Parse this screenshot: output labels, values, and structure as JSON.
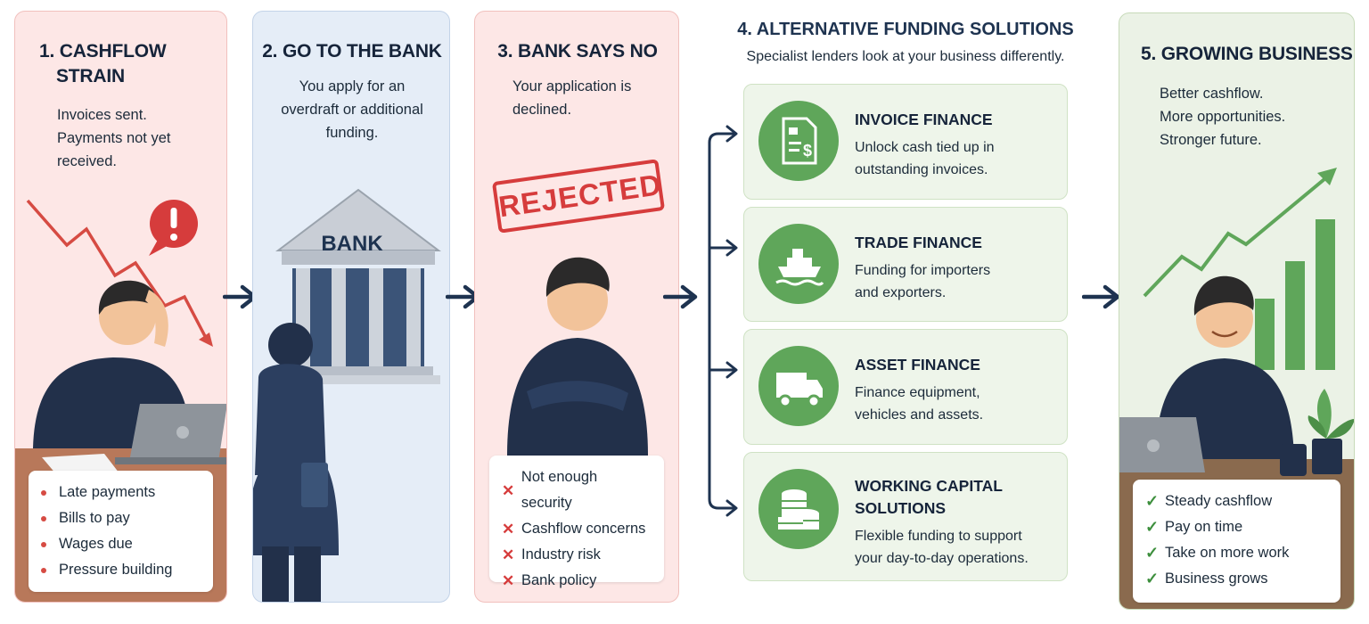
{
  "steps": [
    {
      "title_line1": "1. CASHFLOW",
      "title_line2": "STRAIN",
      "body": [
        "Invoices sent.",
        "Payments not yet",
        "received."
      ],
      "list": [
        "Late payments",
        "Bills to pay",
        "Wages due",
        "Pressure building"
      ]
    },
    {
      "title": "2. GO TO THE BANK",
      "body": [
        "You apply for an",
        "overdraft or additional",
        "funding."
      ],
      "bank_sign": "BANK"
    },
    {
      "title": "3. BANK SAYS NO",
      "body": [
        "Your application is",
        "declined."
      ],
      "stamp": "REJECTED",
      "list": [
        "Not enough security",
        "Cashflow concerns",
        "Industry risk",
        "Bank policy"
      ]
    },
    {
      "title": "4. ALTERNATIVE FUNDING SOLUTIONS",
      "subtitle": "Specialist lenders look at your business differently.",
      "options": [
        {
          "icon": "invoice-icon",
          "title": [
            "INVOICE FINANCE"
          ],
          "body": [
            "Unlock cash tied up in",
            "outstanding invoices."
          ]
        },
        {
          "icon": "ship-icon",
          "title": [
            "TRADE FINANCE"
          ],
          "body": [
            "Funding for importers",
            "and exporters."
          ]
        },
        {
          "icon": "truck-icon",
          "title": [
            "ASSET FINANCE"
          ],
          "body": [
            "Finance equipment,",
            "vehicles and assets."
          ]
        },
        {
          "icon": "coins-icon",
          "title": [
            "WORKING CAPITAL",
            "SOLUTIONS"
          ],
          "body": [
            "Flexible funding to support",
            "your day-to-day operations."
          ]
        }
      ]
    },
    {
      "title": "5. GROWING BUSINESS",
      "body": [
        "Better cashflow.",
        "More opportunities.",
        "Stronger future."
      ],
      "list": [
        "Steady cashflow",
        "Pay on time",
        "Take on more work",
        "Business grows"
      ]
    }
  ],
  "colors": {
    "red_panel": "#fde7e6",
    "blue_panel": "#e5edf7",
    "green_panel": "#ebf2e6",
    "accent_green": "#5fa65a",
    "alert_red": "#d63c3c",
    "navy": "#1e3350"
  }
}
